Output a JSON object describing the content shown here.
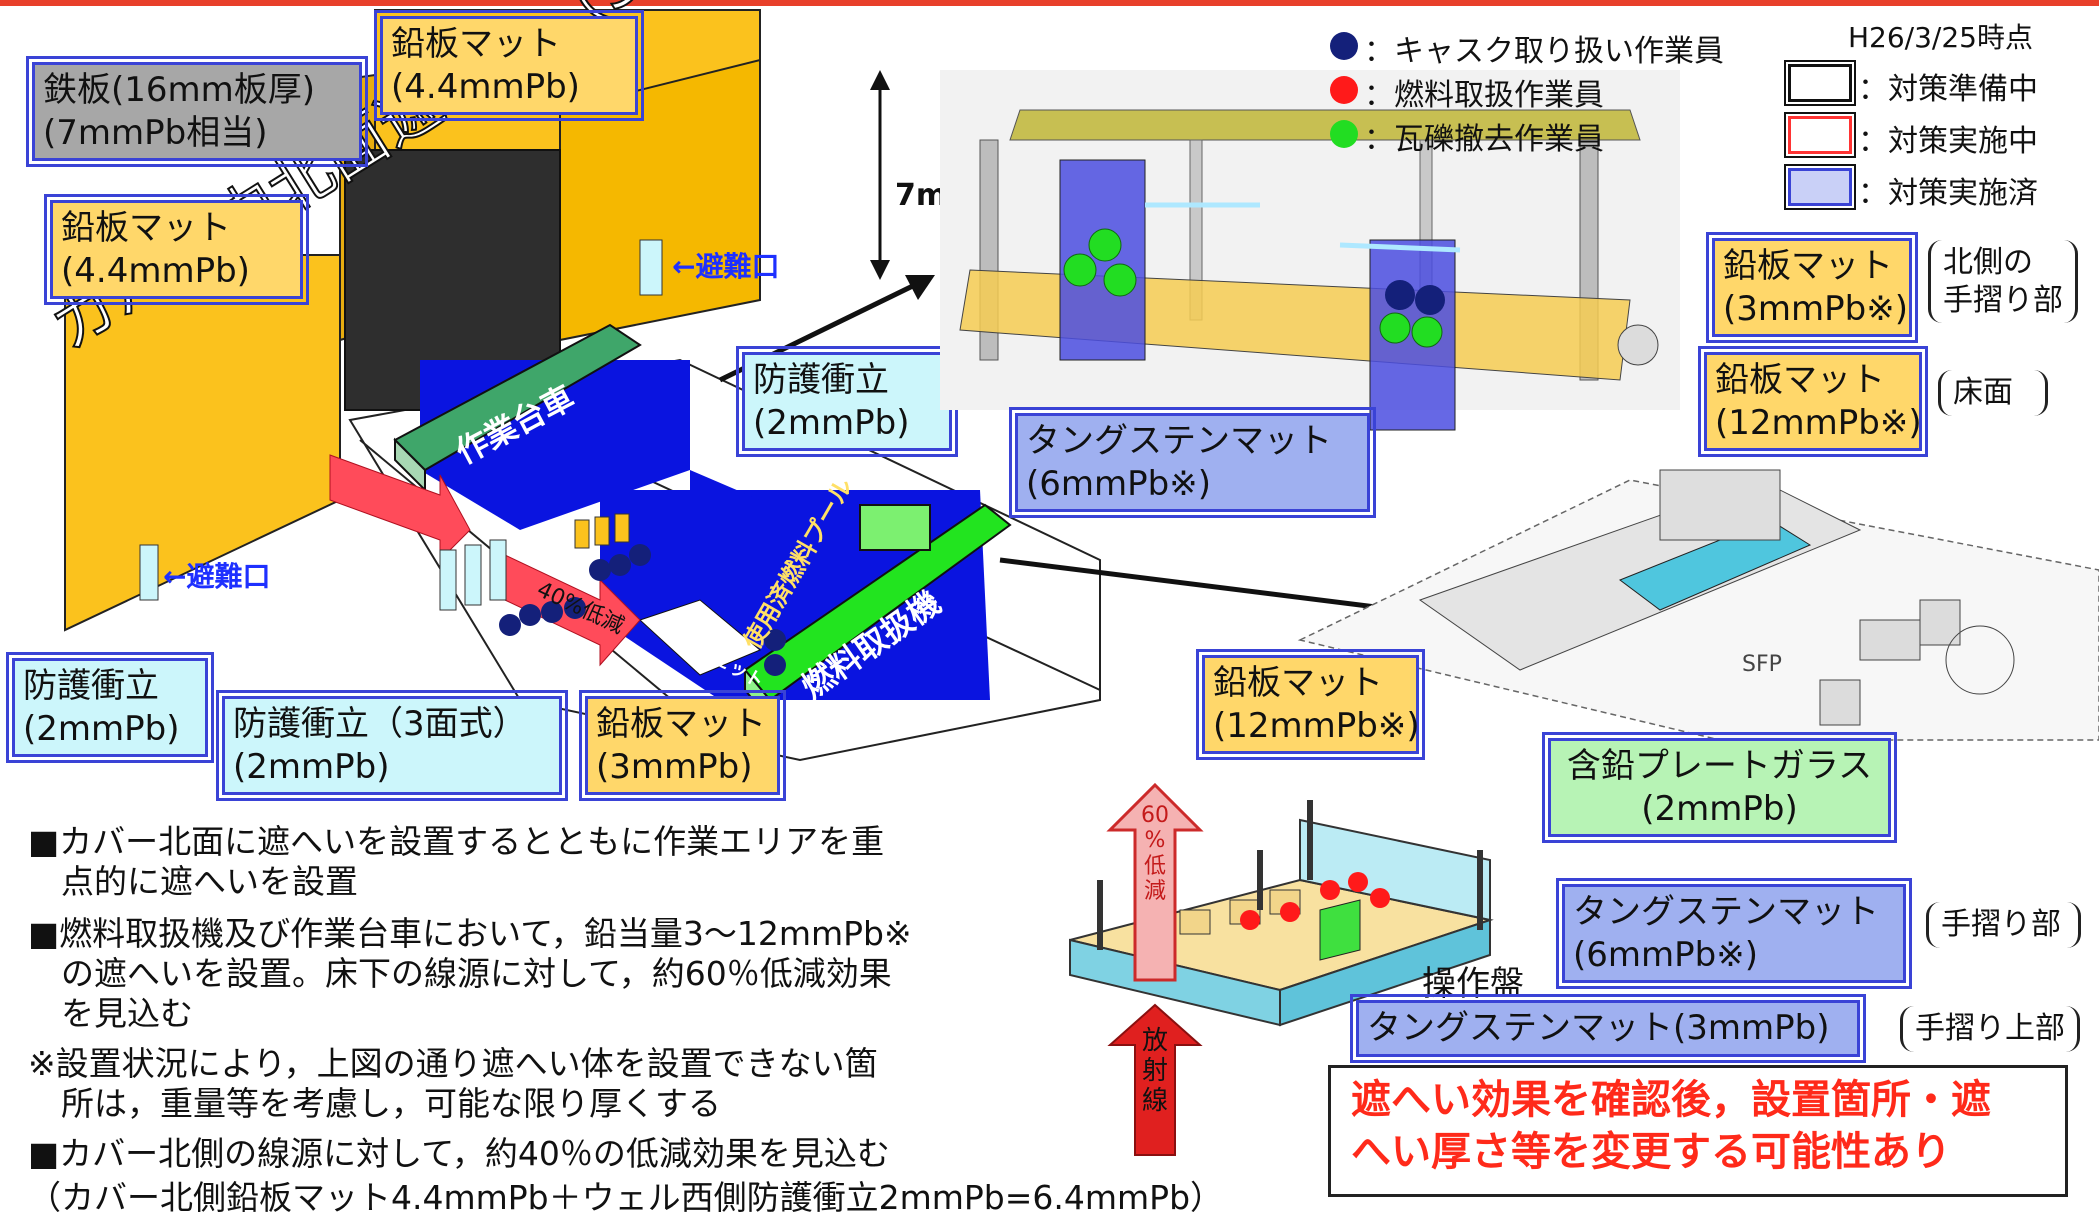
{
  "date": "H26/3/25時点",
  "legend_workers": [
    {
      "label": "：キャスク取り扱い作業員",
      "color": "#14207a"
    },
    {
      "label": "：燃料取扱作業員",
      "color": "#ff1a1a"
    },
    {
      "label": "：瓦礫撤去作業員",
      "color": "#22dd22"
    }
  ],
  "legend_status": [
    {
      "label": "：対策準備中",
      "color": "#111111"
    },
    {
      "label": "：対策実施中",
      "color": "#ff3333"
    },
    {
      "label": "：対策実施済",
      "color": "#3a43d6"
    }
  ],
  "labels": {
    "iron_plate": [
      "鉄板(16mm板厚)",
      "(7mmPb相当)"
    ],
    "lead_mat_top": [
      "鉛板マット",
      "(4.4mmPb)"
    ],
    "lead_mat_left": [
      "鉛板マット",
      "(4.4mmPb)"
    ],
    "wall_title": "カバー内北面遮へい（3号機側）",
    "height": "7m",
    "evac_1": "←避難口",
    "evac_2": "←避難口",
    "work_cart": "作業台車",
    "fuel_machine": "燃料取扱機",
    "reduction_40": "40%低減",
    "cask_pit": "キャスクピット",
    "spent_fuel": "使用済燃料プール",
    "protect_screen_center": [
      "防護衝立",
      "(2mmPb)"
    ],
    "protect_screen_left": [
      "防護衝立",
      "(2mmPb)"
    ],
    "protect_screen_3face": [
      "防護衝立（3面式）",
      "(2mmPb)"
    ],
    "lead_mat_3mm": [
      "鉛板マット",
      "(3mmPb)"
    ],
    "tungsten_6mm_top": [
      "タングステンマット",
      "(6mmPb※)"
    ],
    "lead_mat_north": [
      "鉛板マット",
      "(3mmPb※)"
    ],
    "lead_mat_floor": [
      "鉛板マット",
      "(12mmPb※)"
    ],
    "north_handrail": [
      "北側の",
      "手摺り部"
    ],
    "floor": "床面",
    "lead_mat_12_bottom": [
      "鉛板マット",
      "(12mmPb※)"
    ],
    "lead_glass": [
      "含鉛プレートガラス",
      "(2mmPb)"
    ],
    "tungsten_6mm_bottom": [
      "タングステンマット",
      "(6mmPb※)"
    ],
    "handrail": "手摺り部",
    "tungsten_3mm": "タングステンマット(3mmPb)",
    "handrail_top": "手摺り上部",
    "control_panel": "操作盤",
    "reduction_60": [
      "60",
      "%",
      "低",
      "減"
    ],
    "radiation": [
      "放",
      "射",
      "線"
    ],
    "sfp": "SFP"
  },
  "bullets": [
    "■カバー北面に遮へいを設置するとともに作業エリアを重",
    "　点的に遮へいを設置",
    "■燃料取扱機及び作業台車において，鉛当量3～12mmPb※",
    "　の遮へいを設置。床下の線源に対して，約60％低減効果",
    "　を見込む",
    "※設置状況により，上図の通り遮へい体を設置できない箇",
    "　所は，重量等を考慮し，可能な限り厚くする",
    "■カバー北側の線源に対して，約40％の低減効果を見込む",
    "（カバー北側鉛板マット4.4mmPb＋ウェル西側防護衝立2mmPb=6.4mmPb）"
  ],
  "notice": [
    "遮へい効果を確認後，設置箇所・遮",
    "へい厚さ等を変更する可能性あり"
  ]
}
